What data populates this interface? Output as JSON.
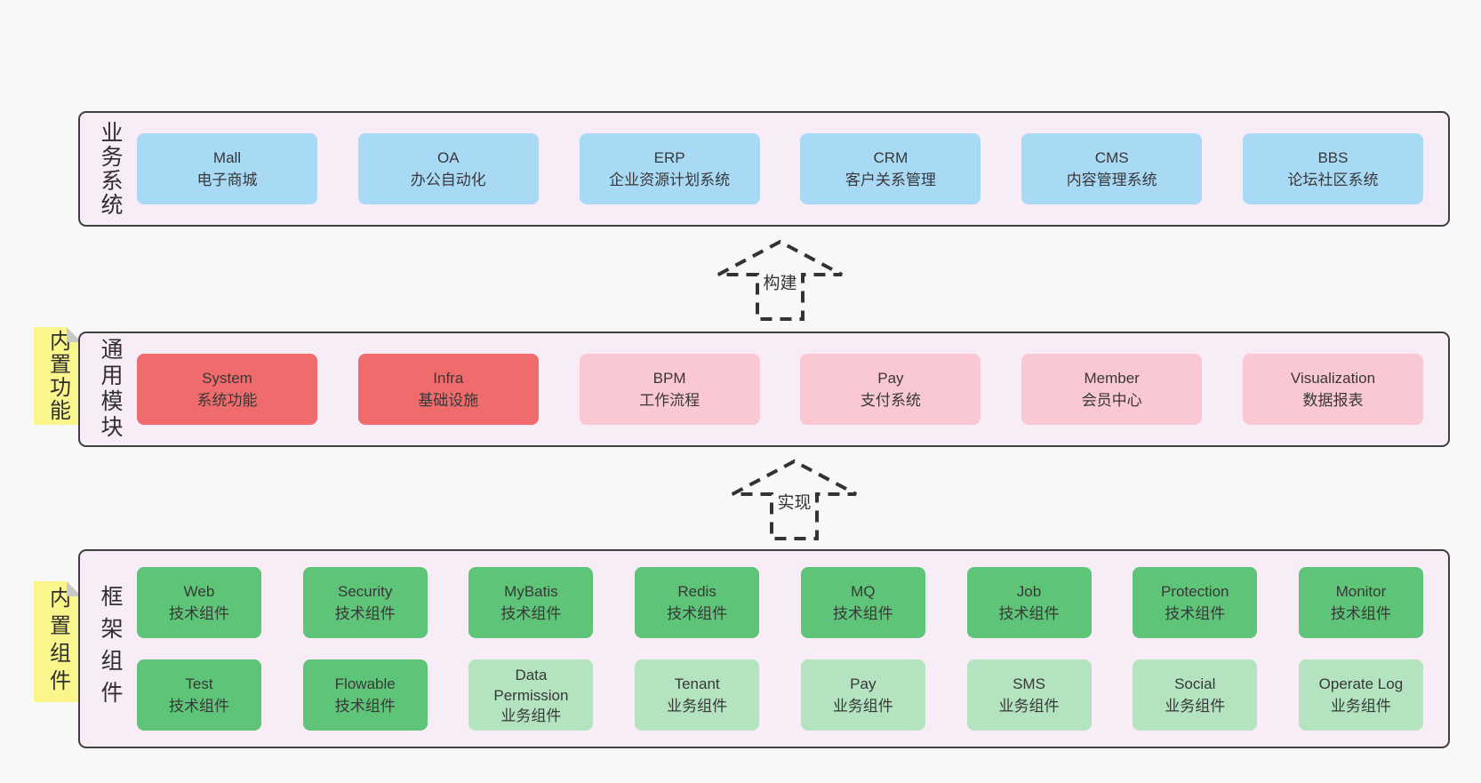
{
  "palette": {
    "page_bg": "#f8f8f8",
    "band_bg": "#f8edf6",
    "band_border": "#3f3f3f",
    "blue": "#a9daf5",
    "red": "#f06c6c",
    "pink": "#f9c8d3",
    "green": "#5ec478",
    "light_green": "#b4e3c0",
    "sticky_yellow": "#fbf68c",
    "text": "#383838"
  },
  "arrows": [
    {
      "label": "构建"
    },
    {
      "label": "实现"
    }
  ],
  "stickies": [
    {
      "label": "内置功能"
    },
    {
      "label": "内置组件"
    }
  ],
  "bands": [
    {
      "label": "业务系统",
      "boxes": [
        {
          "title": "Mall",
          "subtitle": "电子商城",
          "variant": "blue"
        },
        {
          "title": "OA",
          "subtitle": "办公自动化",
          "variant": "blue"
        },
        {
          "title": "ERP",
          "subtitle": "企业资源计划系统",
          "variant": "blue"
        },
        {
          "title": "CRM",
          "subtitle": "客户关系管理",
          "variant": "blue"
        },
        {
          "title": "CMS",
          "subtitle": "内容管理系统",
          "variant": "blue"
        },
        {
          "title": "BBS",
          "subtitle": "论坛社区系统",
          "variant": "blue"
        }
      ]
    },
    {
      "label": "通用模块",
      "boxes": [
        {
          "title": "System",
          "subtitle": "系统功能",
          "variant": "red"
        },
        {
          "title": "Infra",
          "subtitle": "基础设施",
          "variant": "red"
        },
        {
          "title": "BPM",
          "subtitle": "工作流程",
          "variant": "pink"
        },
        {
          "title": "Pay",
          "subtitle": "支付系统",
          "variant": "pink"
        },
        {
          "title": "Member",
          "subtitle": "会员中心",
          "variant": "pink"
        },
        {
          "title": "Visualization",
          "subtitle": "数据报表",
          "variant": "pink"
        }
      ]
    },
    {
      "label": "框架组件",
      "rows": [
        [
          {
            "title": "Web",
            "subtitle": "技术组件",
            "variant": "green"
          },
          {
            "title": "Security",
            "subtitle": "技术组件",
            "variant": "green"
          },
          {
            "title": "MyBatis",
            "subtitle": "技术组件",
            "variant": "green"
          },
          {
            "title": "Redis",
            "subtitle": "技术组件",
            "variant": "green"
          },
          {
            "title": "MQ",
            "subtitle": "技术组件",
            "variant": "green"
          },
          {
            "title": "Job",
            "subtitle": "技术组件",
            "variant": "green"
          },
          {
            "title": "Protection",
            "subtitle": "技术组件",
            "variant": "green"
          },
          {
            "title": "Monitor",
            "subtitle": "技术组件",
            "variant": "green"
          }
        ],
        [
          {
            "title": "Test",
            "subtitle": "技术组件",
            "variant": "green"
          },
          {
            "title": "Flowable",
            "subtitle": "技术组件",
            "variant": "green"
          },
          {
            "title": "Data Permission",
            "subtitle": "业务组件",
            "variant": "lightgreen"
          },
          {
            "title": "Tenant",
            "subtitle": "业务组件",
            "variant": "lightgreen"
          },
          {
            "title": "Pay",
            "subtitle": "业务组件",
            "variant": "lightgreen"
          },
          {
            "title": "SMS",
            "subtitle": "业务组件",
            "variant": "lightgreen"
          },
          {
            "title": "Social",
            "subtitle": "业务组件",
            "variant": "lightgreen"
          },
          {
            "title": "Operate Log",
            "subtitle": "业务组件",
            "variant": "lightgreen"
          }
        ]
      ]
    }
  ]
}
